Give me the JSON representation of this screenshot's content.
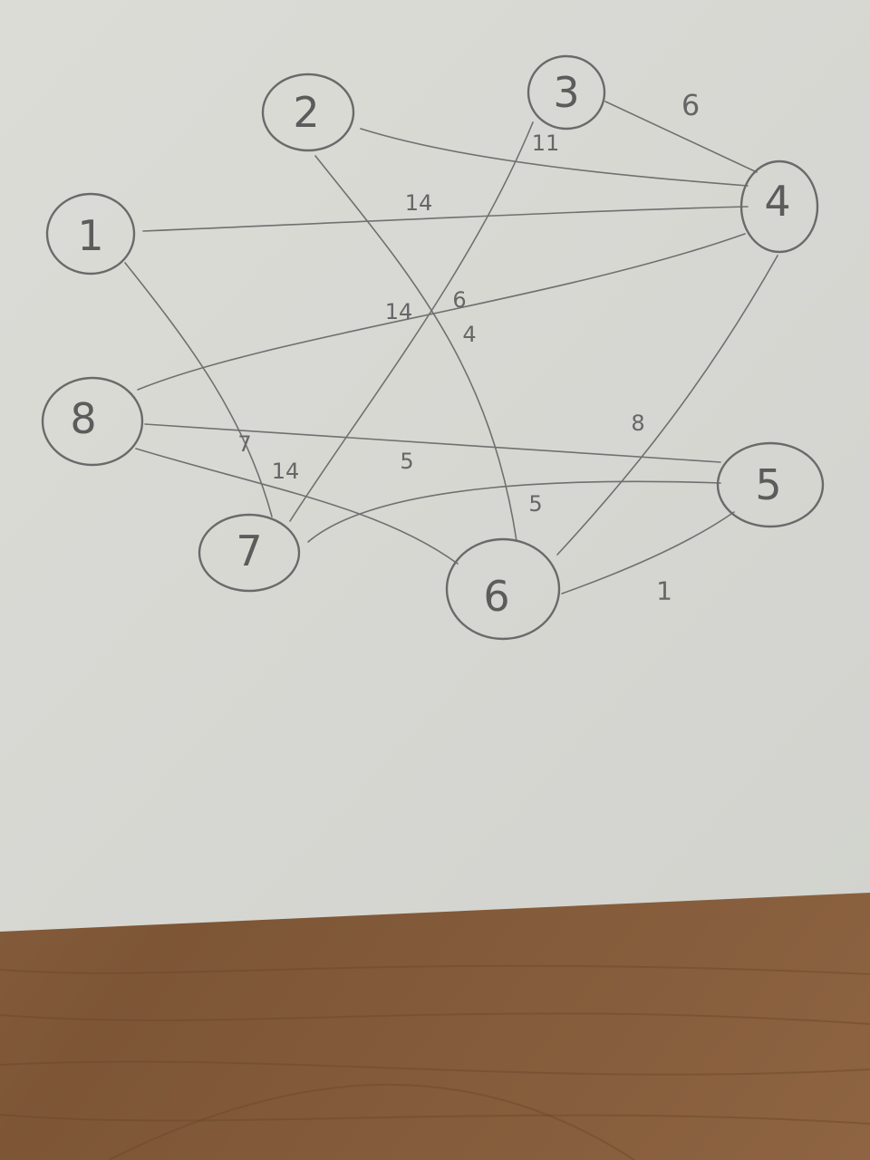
{
  "diagram": {
    "type": "weighted-graph",
    "medium": "pencil sketch on paper",
    "colors": {
      "paper": "#d8d9d4",
      "pencil": "#6e6e6e",
      "wood": "#8a6240"
    },
    "nodes": [
      {
        "id": "1",
        "label": "1"
      },
      {
        "id": "2",
        "label": "2"
      },
      {
        "id": "3",
        "label": "3"
      },
      {
        "id": "4",
        "label": "4"
      },
      {
        "id": "5",
        "label": "5"
      },
      {
        "id": "6",
        "label": "6"
      },
      {
        "id": "7",
        "label": "7"
      },
      {
        "id": "8",
        "label": "8"
      }
    ],
    "edges": [
      {
        "from": "3",
        "to": "4",
        "weight": "6"
      },
      {
        "from": "2",
        "to": "4",
        "weight": "11"
      },
      {
        "from": "1",
        "to": "4",
        "weight": "14"
      },
      {
        "from": "8",
        "to": "4",
        "weight": "14"
      },
      {
        "from": "3",
        "to": "7",
        "weight": "6"
      },
      {
        "from": "2",
        "to": "6",
        "weight": "4"
      },
      {
        "from": "4",
        "to": "6",
        "weight": "8"
      },
      {
        "from": "1",
        "to": "7",
        "weight": "7"
      },
      {
        "from": "8",
        "to": "5",
        "weight": "5"
      },
      {
        "from": "8",
        "to": "6",
        "weight": "14"
      },
      {
        "from": "7",
        "to": "5",
        "weight": "5"
      },
      {
        "from": "6",
        "to": "5",
        "weight": "1"
      }
    ]
  }
}
